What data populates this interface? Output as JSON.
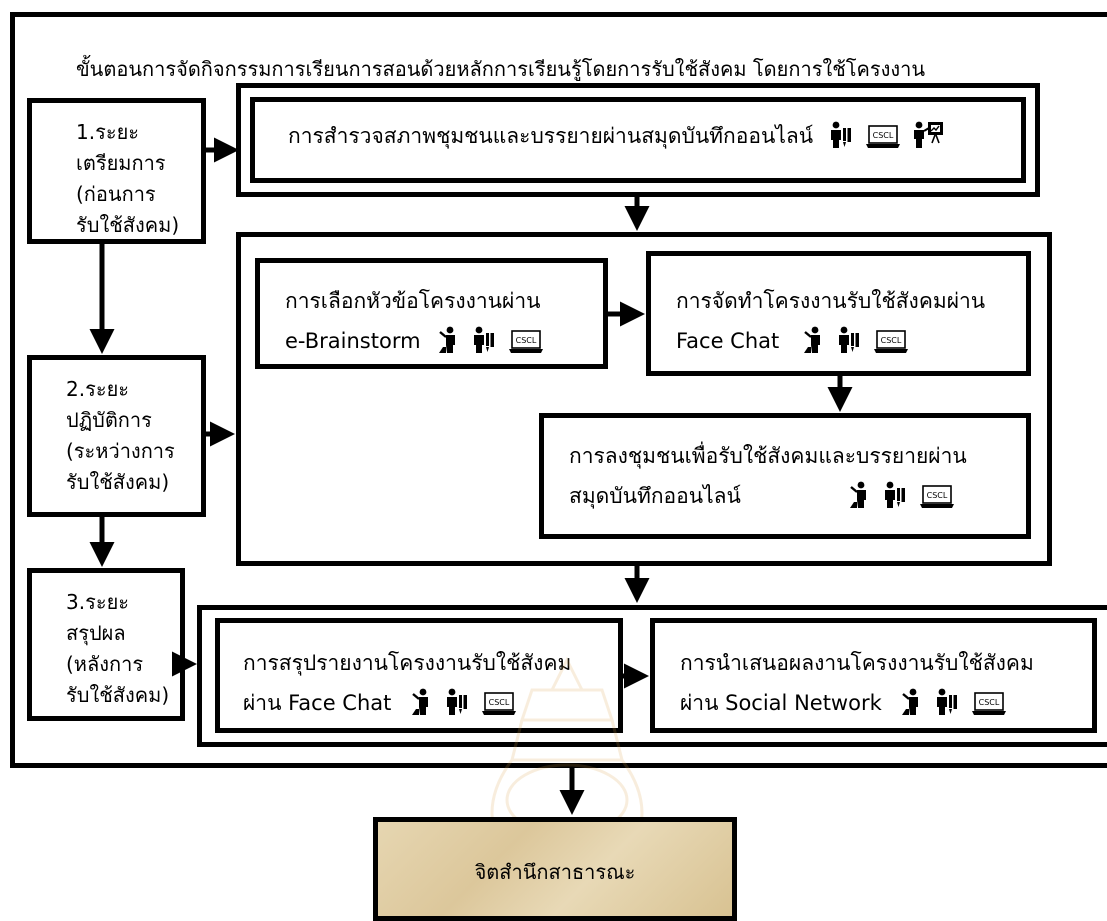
{
  "heading": "ขั้นตอนการจัดกิจกรรมการเรียนการสอนด้วยหลักการเรียนรู้โดยการรับใช้สังคม โดยการใช้โครงงาน",
  "phases": [
    {
      "lines": [
        "1.ระยะ",
        "เตรียมการ",
        "(ก่อนการ",
        "รับใช้สังคม)"
      ]
    },
    {
      "lines": [
        "2.ระยะ",
        "ปฏิบัติการ",
        "(ระหว่างการ",
        "รับใช้สังคม)"
      ]
    },
    {
      "lines": [
        "3.ระยะ",
        "สรุปผล",
        "(หลังการ",
        "รับใช้สังคม)"
      ]
    }
  ],
  "steps": {
    "survey": {
      "lines": [
        "การสำรวจสภาพชุมชนและบรรยายผ่านสมุดบันทึกออนไลน์"
      ],
      "icons": [
        "student-icon",
        "cscl-laptop-icon",
        "teacher-presenting-icon"
      ]
    },
    "select_topic": {
      "lines": [
        "การเลือกหัวข้อโครงงานผ่าน",
        "e-Brainstorm"
      ],
      "icons": [
        "teacher-icon",
        "student-icon",
        "cscl-laptop-icon"
      ]
    },
    "make_project": {
      "lines": [
        "การจัดทำโครงงานรับใช้สังคมผ่าน",
        "Face Chat"
      ],
      "icons": [
        "teacher-icon",
        "student-icon",
        "cscl-laptop-icon"
      ]
    },
    "community": {
      "lines": [
        "การลงชุมชนเพื่อรับใช้สังคมและบรรยายผ่าน",
        "สมุดบันทึกออนไลน์"
      ],
      "icons": [
        "teacher-icon",
        "student-icon",
        "cscl-laptop-icon"
      ]
    },
    "summary": {
      "lines": [
        "การสรุปรายงานโครงงานรับใช้สังคม",
        "ผ่าน Face Chat"
      ],
      "icons": [
        "teacher-icon",
        "student-icon",
        "cscl-laptop-icon"
      ]
    },
    "present": {
      "lines": [
        "การนำเสนอผลงานโครงงานรับใช้สังคม",
        "ผ่าน Social Network"
      ],
      "icons": [
        "teacher-icon",
        "student-icon",
        "cscl-laptop-icon"
      ]
    }
  },
  "cscl_label": "CSCL",
  "result": "จิตสำนึกสาธารณะ",
  "colors": {
    "border": "#000000",
    "result_fill": "#e2d0a6",
    "watermark": "#d9a24a"
  }
}
